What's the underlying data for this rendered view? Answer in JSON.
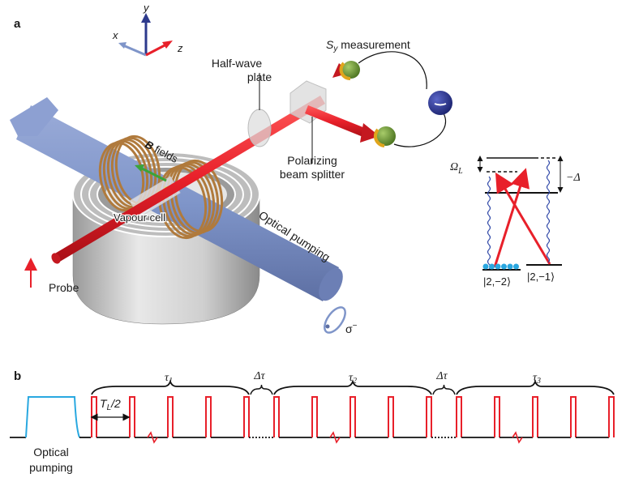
{
  "panel_a": {
    "label": "a",
    "axes": {
      "x": "x",
      "y": "y",
      "z": "z"
    },
    "labels": {
      "sy_measurement_S": "S",
      "sy_measurement_sub": "y",
      "sy_measurement_rest": " measurement",
      "half_wave_line1": "Half-wave",
      "half_wave_line2": "plate",
      "pbs_line1": "Polarizing",
      "pbs_line2": "beam splitter",
      "b_fields_bold": "B",
      "b_fields_rest": " fields",
      "vapour_cell": "Vapour cell",
      "optical_pumping": "Optical pumping",
      "probe": "Probe",
      "sigma": "σ",
      "sigma_sup": "−"
    },
    "level_diagram": {
      "omega": "Ω",
      "omega_sub": "L",
      "detuning": "−Δ",
      "ground_left": "|2,−2⟩",
      "ground_right": "|2,−1⟩",
      "population_dots": 6
    },
    "colors": {
      "probe_beam": "#e8202a",
      "pump_beam": "#7f95c9",
      "coil": "#b07a3c",
      "shield": "#c8c8c8",
      "detector_green": "#6f9a34",
      "detector_rim": "#e0a51c",
      "amplifier": "#2d3a8c",
      "atoms": "#2aa7e0",
      "wavy": "#3048a8"
    }
  },
  "panel_b": {
    "label": "b",
    "optical_pumping_line1": "Optical",
    "optical_pumping_line2": "pumping",
    "period_label": "T",
    "period_sub": "L",
    "period_rest": "/2",
    "groups": [
      {
        "name": "τ",
        "sub": "1",
        "pulses": 5
      },
      {
        "name": "τ",
        "sub": "2",
        "pulses": 5
      },
      {
        "name": "τ",
        "sub": "3",
        "pulses": 5
      }
    ],
    "gap_label": "Δτ",
    "colors": {
      "pump_pulse": "#29a8e0",
      "probe_pulse": "#e8202a",
      "baseline": "#111111"
    }
  }
}
